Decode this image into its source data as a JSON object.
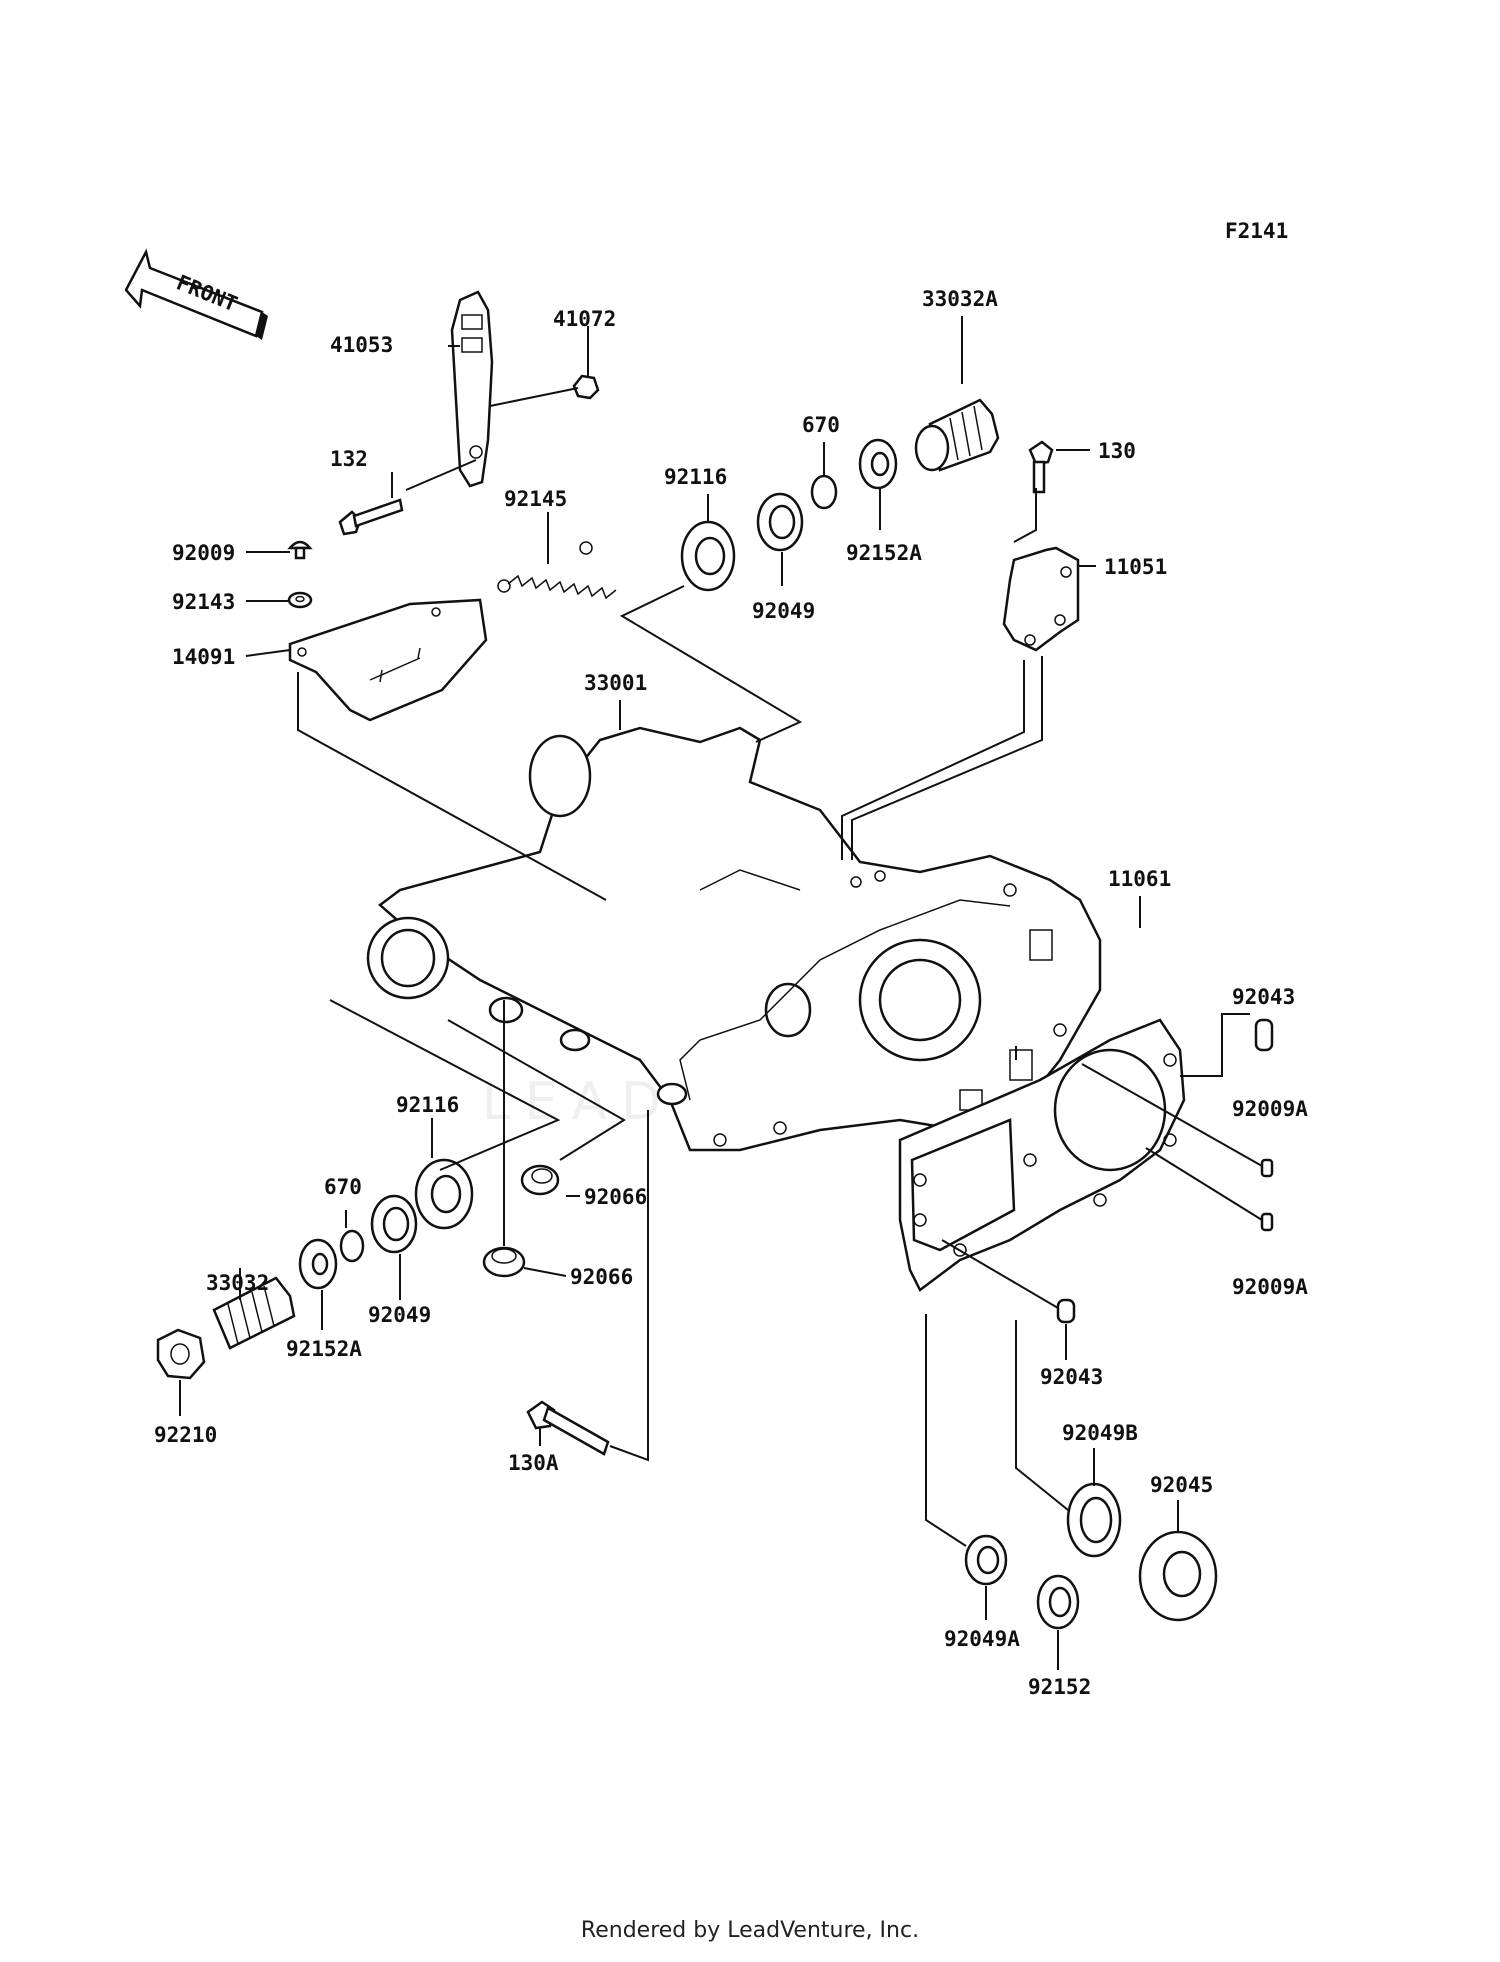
{
  "diagram_code": "F2141",
  "front_arrow_label": "FRONT",
  "watermark_text": "LEADVENTURE",
  "footer_text": "Rendered by LeadVenture, Inc.",
  "parts": [
    {
      "id": "p-41053",
      "number": "41053"
    },
    {
      "id": "p-41072",
      "number": "41072"
    },
    {
      "id": "p-132",
      "number": "132"
    },
    {
      "id": "p-92145",
      "number": "92145"
    },
    {
      "id": "p-92009",
      "number": "92009"
    },
    {
      "id": "p-92143",
      "number": "92143"
    },
    {
      "id": "p-14091",
      "number": "14091"
    },
    {
      "id": "p-92116-top",
      "number": "92116"
    },
    {
      "id": "p-670-top",
      "number": "670"
    },
    {
      "id": "p-33032A",
      "number": "33032A"
    },
    {
      "id": "p-130",
      "number": "130"
    },
    {
      "id": "p-92049-top",
      "number": "92049"
    },
    {
      "id": "p-92152A-top",
      "number": "92152A"
    },
    {
      "id": "p-11051",
      "number": "11051"
    },
    {
      "id": "p-33001",
      "number": "33001"
    },
    {
      "id": "p-11061",
      "number": "11061"
    },
    {
      "id": "p-92043-top",
      "number": "92043"
    },
    {
      "id": "p-92009A-1",
      "number": "92009A"
    },
    {
      "id": "p-92009A-2",
      "number": "92009A"
    },
    {
      "id": "p-92043-bottom",
      "number": "92043"
    },
    {
      "id": "p-92116-bottom",
      "number": "92116"
    },
    {
      "id": "p-670-bottom",
      "number": "670"
    },
    {
      "id": "p-92066-1",
      "number": "92066"
    },
    {
      "id": "p-92066-2",
      "number": "92066"
    },
    {
      "id": "p-33032",
      "number": "33032"
    },
    {
      "id": "p-92049-bottom",
      "number": "92049"
    },
    {
      "id": "p-92152A-bottom",
      "number": "92152A"
    },
    {
      "id": "p-92210",
      "number": "92210"
    },
    {
      "id": "p-130A",
      "number": "130A"
    },
    {
      "id": "p-92049B",
      "number": "92049B"
    },
    {
      "id": "p-92045",
      "number": "92045"
    },
    {
      "id": "p-92049A",
      "number": "92049A"
    },
    {
      "id": "p-92152",
      "number": "92152"
    }
  ]
}
